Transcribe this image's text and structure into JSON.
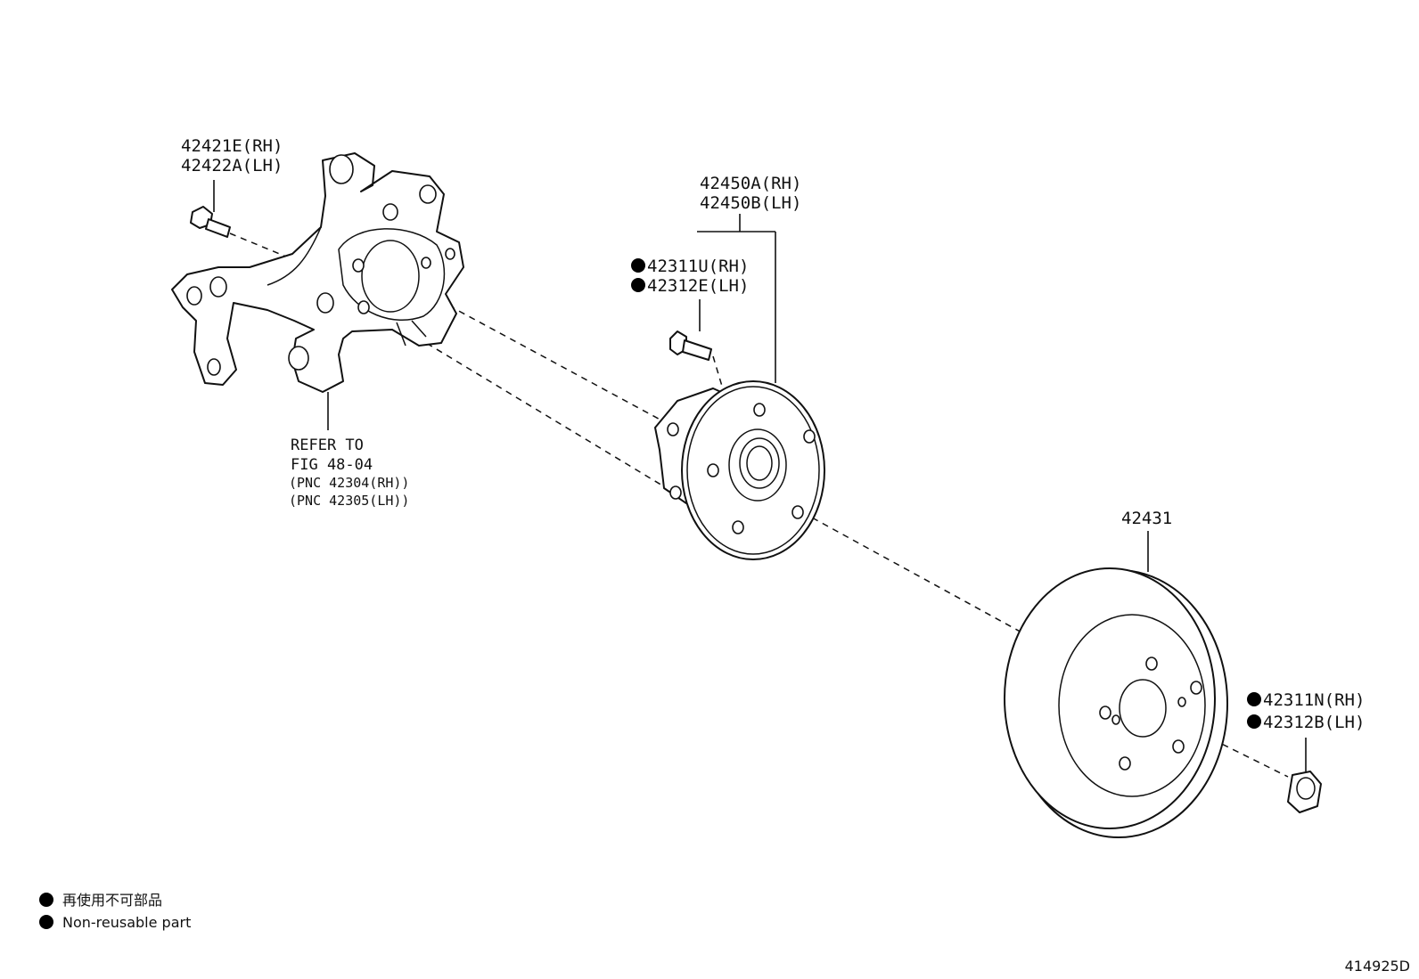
{
  "labels": {
    "bolt": [
      "42421E(RH)",
      "42422A(LH)"
    ],
    "hub": [
      "42450A(RH)",
      "42450B(LH)"
    ],
    "stud": [
      "42311U(RH)",
      "42312E(LH)"
    ],
    "refer": [
      "REFER TO",
      "FIG 48-04",
      "(PNC 42304(RH))",
      "(PNC 42305(LH))"
    ],
    "disc": "42431",
    "nut": [
      "42311N(RH)",
      "42312B(LH)"
    ]
  },
  "legend": [
    "再使用不可部品",
    "Non-reusable part"
  ],
  "illustration_id": "414925D"
}
